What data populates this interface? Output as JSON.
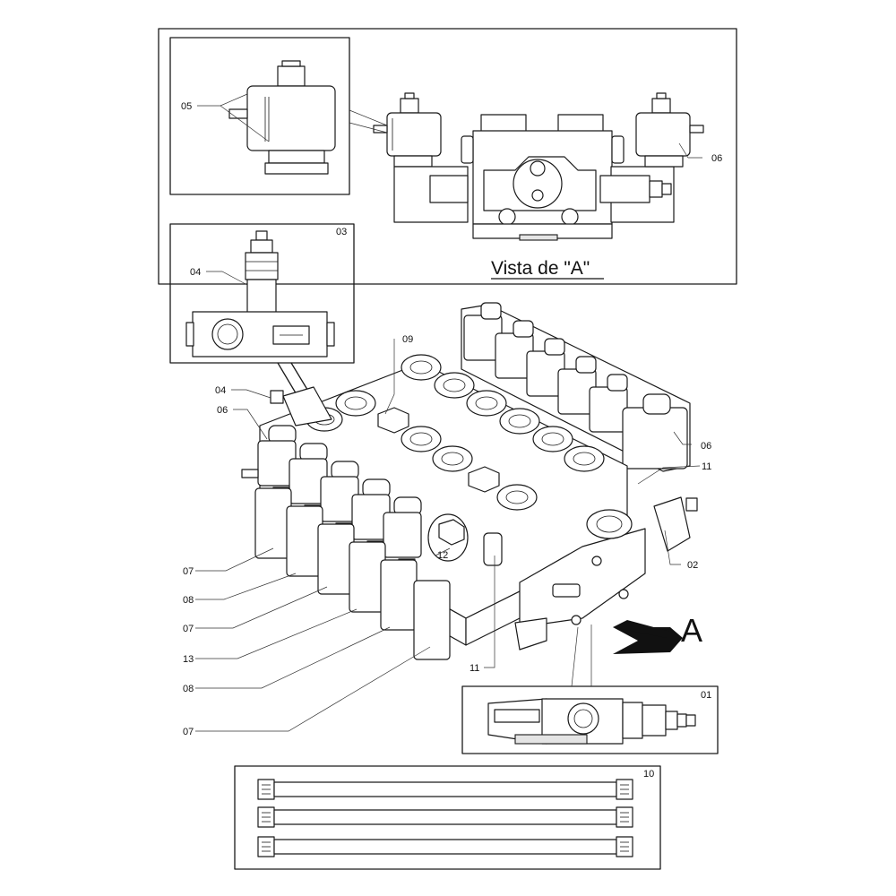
{
  "view_label": "Vista de \"A\"",
  "arrow_letter": "A",
  "callouts": {
    "c01": "01",
    "c02": "02",
    "c03": "03",
    "c04_detail": "04",
    "c04_main": "04",
    "c05": "05",
    "c06_view": "06",
    "c06_left": "06",
    "c06_right": "06",
    "c07_a": "07",
    "c08_a": "08",
    "c07_b": "07",
    "c13": "13",
    "c08_b": "08",
    "c07_c": "07",
    "c09": "09",
    "c10": "10",
    "c11_top": "11",
    "c11_bottom": "11",
    "c12": "12"
  }
}
